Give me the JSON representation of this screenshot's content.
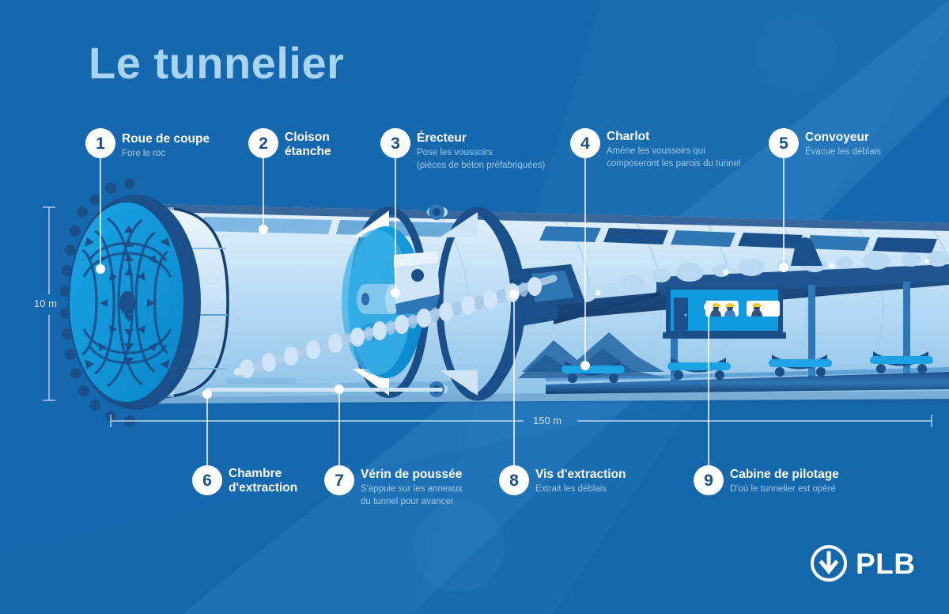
{
  "header": {
    "title": "Le tunnelier"
  },
  "colors": {
    "background": "#1568ad",
    "background_band": "#2a7ec0",
    "title": "#a8d4f2",
    "badge_bg": "#ffffff",
    "badge_text": "#1a4f86",
    "label_title": "#ffffff",
    "label_sub": "#9fc9e9",
    "dim_text": "#cfe3f5",
    "machine_bright_blue": "#0f9ae0",
    "machine_dark_blue": "#1b4f8a",
    "machine_light": "#cfe5f7",
    "helmet_yellow": "#f2c62e"
  },
  "callouts": [
    {
      "number": "1",
      "title": "Roue de coupe",
      "subtitle": "Fore le roc"
    },
    {
      "number": "2",
      "title": "Cloison\nétanche",
      "subtitle": ""
    },
    {
      "number": "3",
      "title": "Érecteur",
      "subtitle": "Pose les voussoirs\n(pièces de béton préfabriquées)"
    },
    {
      "number": "4",
      "title": "Charlot",
      "subtitle": "Amène les voussoirs qui\ncomposeront les parois du tunnel"
    },
    {
      "number": "5",
      "title": "Convoyeur",
      "subtitle": "Évacue les déblais"
    },
    {
      "number": "6",
      "title": "Chambre\nd'extraction",
      "subtitle": ""
    },
    {
      "number": "7",
      "title": "Vérin de poussée",
      "subtitle": "S'appuie sur les anneaux\ndu tunnel pour avancer"
    },
    {
      "number": "8",
      "title": "Vis d'extraction",
      "subtitle": "Extrait les déblais"
    },
    {
      "number": "9",
      "title": "Cabine de pilotage",
      "subtitle": "D'où le tunnelier est opéré"
    }
  ],
  "dimensions": {
    "height": "10 m",
    "length": "150 m"
  },
  "logo": {
    "text": "PLB",
    "icon": "circle-down-arrow-icon"
  }
}
